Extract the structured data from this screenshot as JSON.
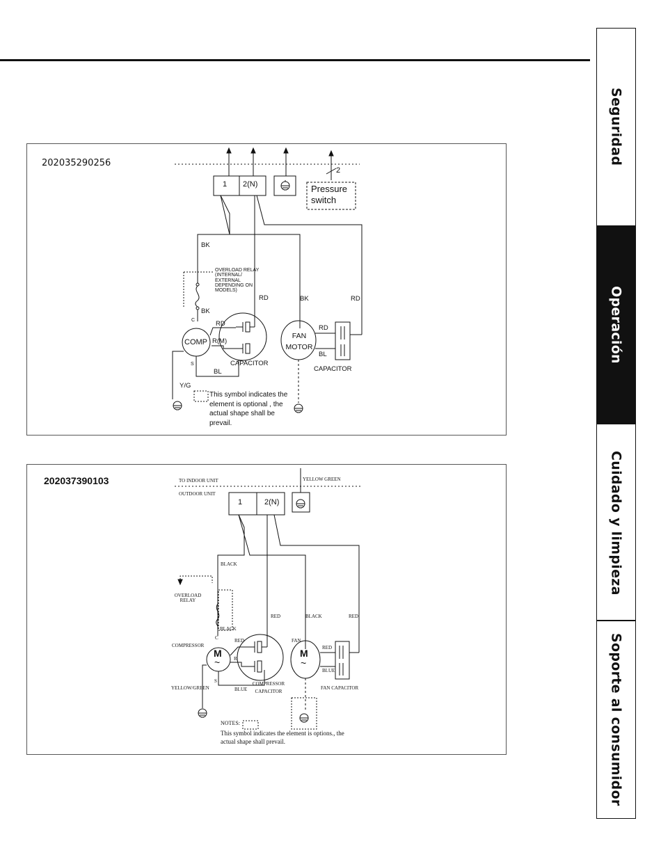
{
  "side_tabs": [
    "Seguridad",
    "Operación",
    "Cuidado y limpieza",
    "Soporte al consumidor"
  ],
  "active_tab": "Operación",
  "diagram1": {
    "model_code": "202035290256",
    "terminal_1": "1",
    "terminal_2": "2(N)",
    "pressure_switch_wires": "2",
    "pressure_switch": "Pressure switch",
    "wire_bk": "BK",
    "wire_rd": "RD",
    "wire_bl": "BL",
    "wire_yg": "Y/G",
    "overload_relay": "OVERLOAD RELAY (INTERNAL/ EXTERNAL DEPENDING ON MODELS)",
    "comp": "COMP",
    "comp_c": "C",
    "comp_r": "R(M)",
    "comp_s": "S",
    "capacitor": "CAPACITOR",
    "fan_motor": "FAN MOTOR",
    "fan_capacitor": "CAPACITOR",
    "note": "This symbol indicates the element is optional , the actual shape shall be prevail."
  },
  "diagram2": {
    "model_code": "202037390103",
    "to_indoor": "TO INDOOR UNIT",
    "outdoor": "OUTDOOR UNIT",
    "yellow_green": "YELLOW GREEN",
    "terminal_1": "1",
    "terminal_2": "2(N)",
    "black": "BLACK",
    "red": "RED",
    "blue": "BLUE",
    "overload_relay": "OVERLOAD RELAY",
    "compressor": "COMPRESSOR",
    "comp_c": "C",
    "comp_r": "R",
    "comp_s": "S",
    "motor_m": "M",
    "tilde": "~",
    "compressor_capacitor": "COMPRESSOR CAPACITOR",
    "fan": "FAN",
    "fan_capacitor": "FAN CAPACITOR",
    "yellow_green_ground": "YELLOW/GREEN",
    "notes": "NOTES:",
    "note_text": "This symbol indicates the element is options., the actual shape shall prevail."
  }
}
